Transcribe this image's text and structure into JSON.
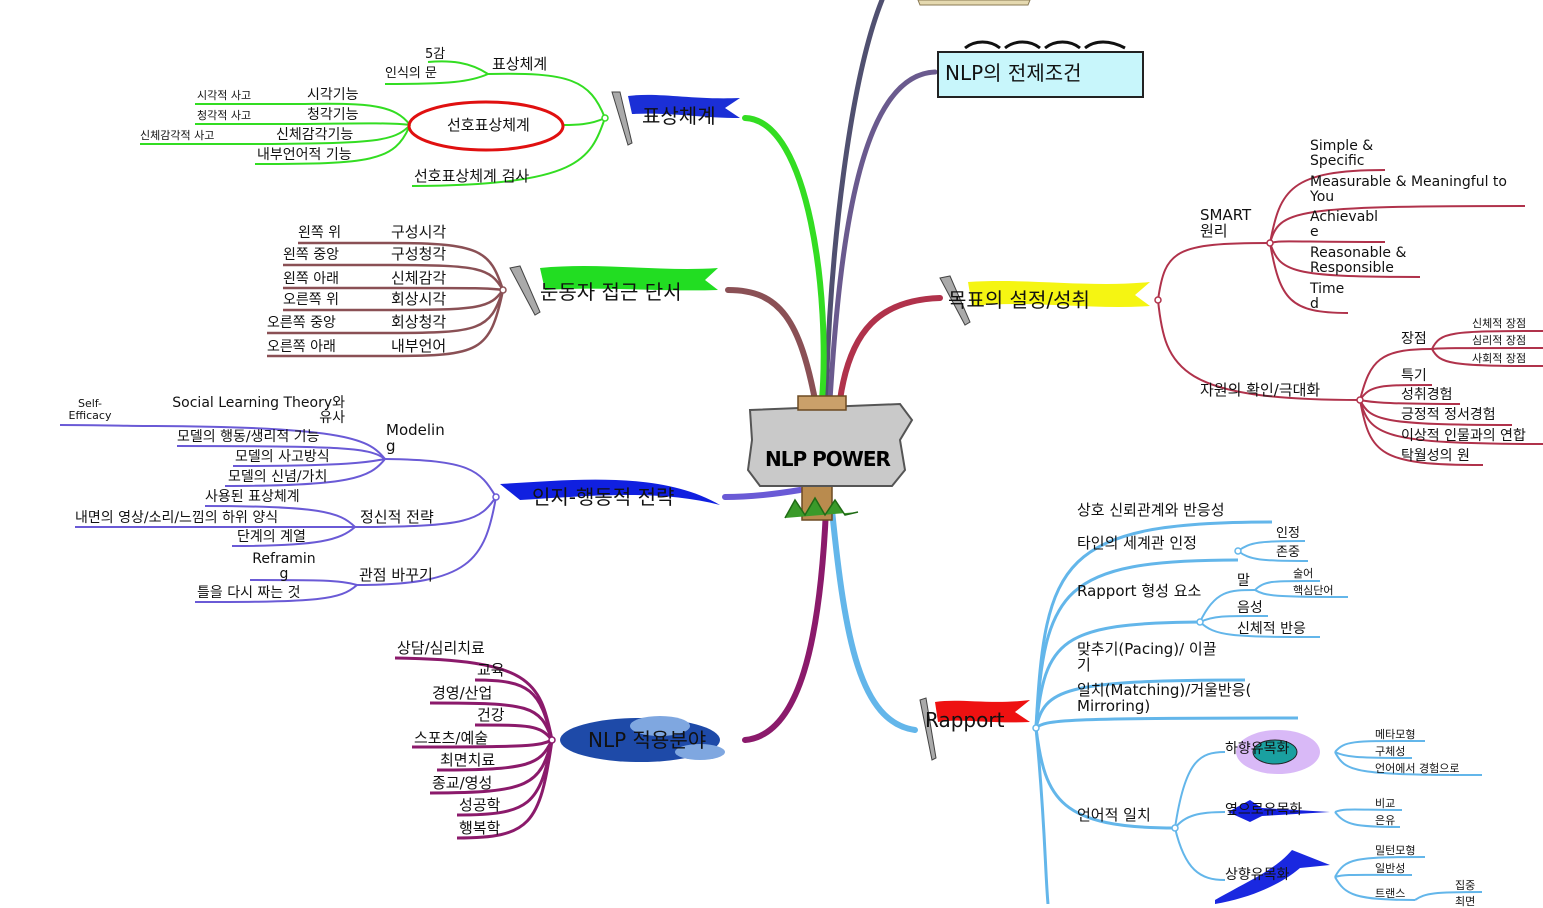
{
  "center": {
    "title": "NLP POWER"
  },
  "colors": {
    "representation": "#33dd22",
    "eye": "#8a5055",
    "modeling": "#6a5ad6",
    "application": "#8b1a6b",
    "rapport": "#63b6ea",
    "goal": "#b0324b",
    "premise": "#6a5a8e",
    "top": "#505070"
  },
  "branches": {
    "representation": {
      "title": "표상체계",
      "sub1": {
        "label": "표상체계",
        "items": [
          "5감",
          "인식의 문"
        ]
      },
      "sub2": {
        "label": "선호표상체계",
        "items": [
          {
            "label": "시각기능",
            "note": "시각적 사고"
          },
          {
            "label": "청각기능",
            "note": "청각적 사고"
          },
          {
            "label": "신체감각기능",
            "note": "신체감각적 사고"
          },
          {
            "label": "내부언어적 기능",
            "note": ""
          }
        ]
      },
      "sub3": {
        "label": "선호표상체계 검사"
      }
    },
    "eye": {
      "title": "눈동자 접근 단서",
      "items": [
        {
          "label": "구성시각",
          "note": "왼쪽 위"
        },
        {
          "label": "구성청각",
          "note": "왼쪽 중앙"
        },
        {
          "label": "신체감각",
          "note": "왼쪽 아래"
        },
        {
          "label": "회상시각",
          "note": "오른쪽 위"
        },
        {
          "label": "회상청각",
          "note": "오른쪽 중앙"
        },
        {
          "label": "내부언어",
          "note": "오른쪽 아래"
        }
      ]
    },
    "strategy": {
      "title": "인지-행동적 전략",
      "modeling": {
        "label": "Modelin g",
        "items": [
          "Social Learning Theory와 유사",
          "모델의 행동/생리적 기능",
          "모델의 사고방식",
          "모델의 신념/가치"
        ],
        "note": "Self- Efficacy"
      },
      "mental": {
        "label": "정신적 전략",
        "items": [
          "사용된 표상체계",
          "내면의 영상/소리/느낌의 하위 양식",
          "단계의 계열"
        ]
      },
      "reframe": {
        "label": "관점 바꾸기",
        "items": [
          "Reframin g",
          "틀을 다시 짜는 것"
        ]
      }
    },
    "application": {
      "title": "NLP 적용분야",
      "items": [
        "상담/심리치료",
        "교육",
        "경영/산업",
        "건강",
        "스포츠/예술",
        "최면치료",
        "종교/영성",
        "성공학",
        "행복학"
      ]
    },
    "premise": {
      "title": "NLP의 전제조건"
    },
    "goal": {
      "title": "목표의 설정/성취",
      "smart": {
        "label": "SMART 원리",
        "items": [
          "Simple & Specific",
          "Measurable & Meaningful to You",
          "Achievabl e",
          "Reasonable & Responsible",
          "Time d"
        ]
      },
      "resource": {
        "label": "자원의 확인/극대화",
        "strength": {
          "label": "장점",
          "items": [
            "신체적 장점",
            "심리적 장점",
            "사회적 장점"
          ]
        },
        "items": [
          "특기",
          "성취경험",
          "긍정적 정서경험",
          "이상적 인물과의 연합",
          "탁월성의 원"
        ]
      }
    },
    "rapport": {
      "title": "Rapport",
      "items": {
        "trust": "상호 신뢰관계와 반응성",
        "worldview": {
          "label": "타인의 세계관 인정",
          "items": [
            "인정",
            "존중"
          ]
        },
        "elements": {
          "label": "Rapport 형성 요소",
          "word": {
            "label": "말",
            "items": [
              "술어",
              "핵심단어"
            ]
          },
          "items": [
            "음성",
            "신체적 반응"
          ]
        },
        "pacing": "맞추기(Pacing)/ 이끌기",
        "matching": "일치(Matching)/거울반응( Mirroring)",
        "language": {
          "label": "언어적 일치",
          "down": {
            "label": "하향유목화",
            "items": [
              "메타모형",
              "구체성",
              "언어에서 경험으로"
            ]
          },
          "side": {
            "label": "옆으로유목화",
            "items": [
              "비교",
              "은유"
            ]
          },
          "up": {
            "label": "상향유목화",
            "items": [
              "밀턴모형",
              "일반성",
              "트랜스"
            ],
            "sub": [
              "집중",
              "최면"
            ]
          }
        }
      }
    }
  }
}
